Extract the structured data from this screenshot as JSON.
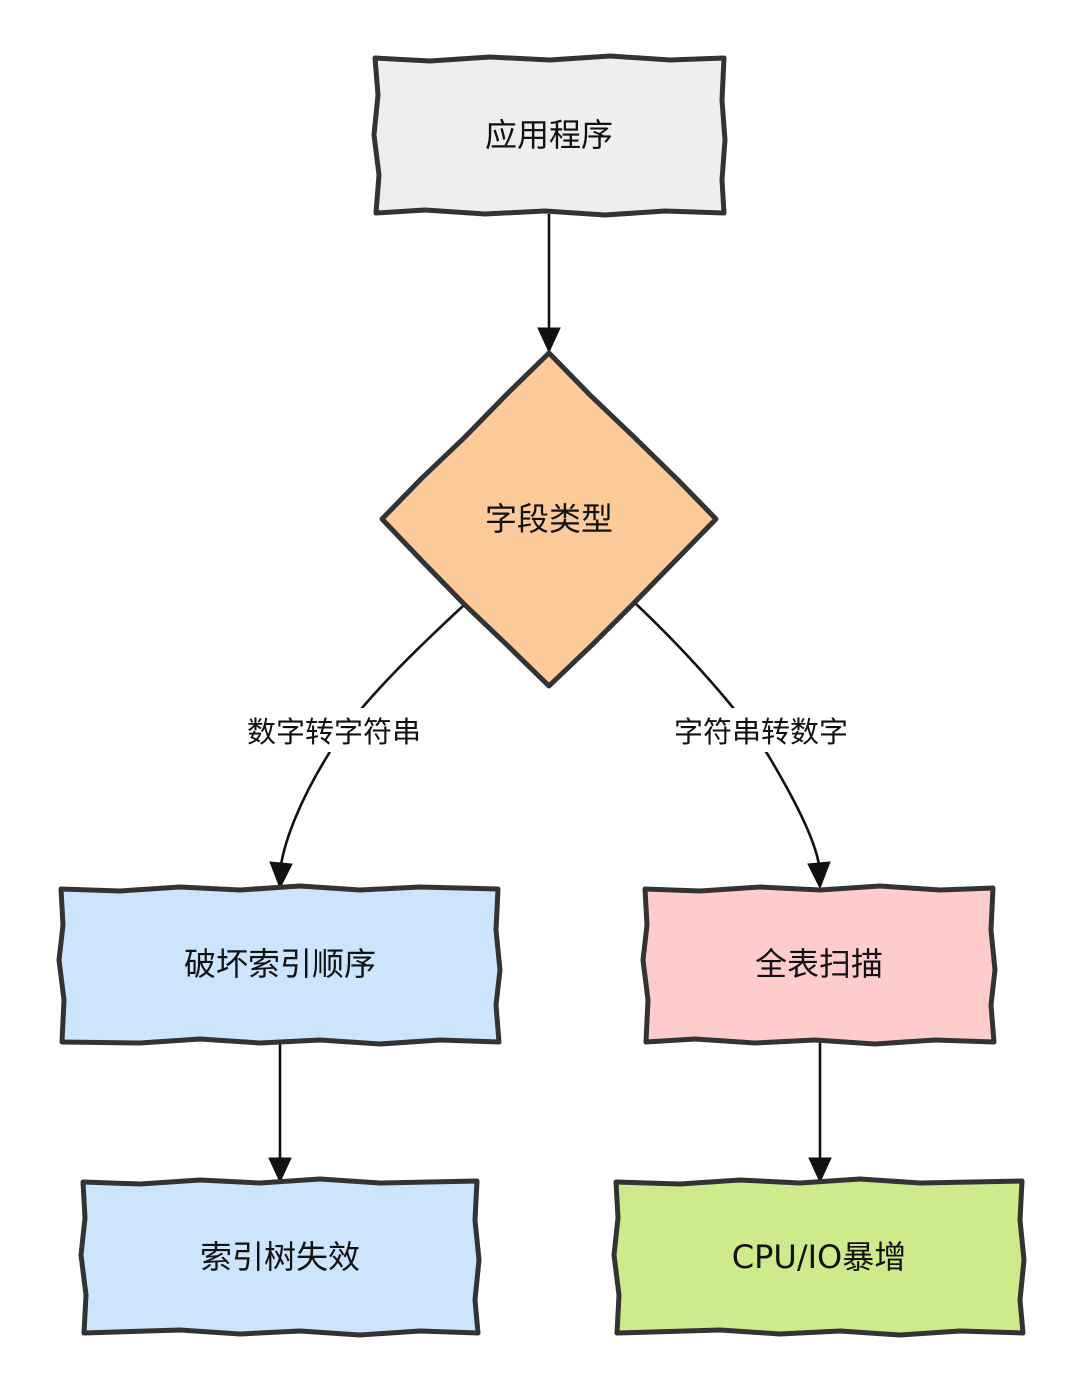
{
  "nodes": {
    "app": {
      "label": "应用程序",
      "color": "#eeeeee",
      "shape": "rectangle"
    },
    "field_type": {
      "label": "字段类型",
      "color": "#fdca99",
      "shape": "diamond"
    },
    "break_order": {
      "label": "破坏索引顺序",
      "color": "#cce5fd",
      "shape": "rectangle"
    },
    "full_scan": {
      "label": "全表扫描",
      "color": "#ffcccc",
      "shape": "rectangle"
    },
    "index_invalid": {
      "label": "索引树失效",
      "color": "#cce5fd",
      "shape": "rectangle"
    },
    "cpu_io": {
      "label": "CPU/IO暴增",
      "color": "#cdeb8b",
      "shape": "rectangle"
    }
  },
  "edges": {
    "left_label": "数字转字符串",
    "right_label": "字符串转数字"
  },
  "style": {
    "stroke_color": "#333333",
    "edge_color": "#111111"
  }
}
